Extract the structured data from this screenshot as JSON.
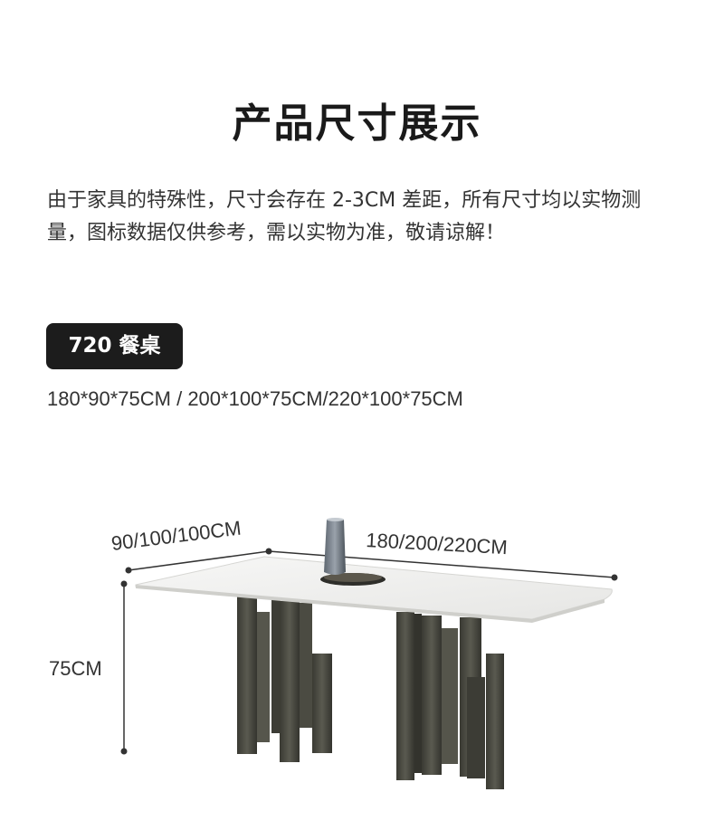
{
  "page_title": "产品尺寸展示",
  "notice_text": "由于家具的特殊性，尺寸会存在 2-3CM 差距，所有尺寸均以实物测量，图标数据仅供参考，需以实物为准，敬请谅解！",
  "product": {
    "badge_label": "720 餐桌",
    "sizes_line": "180*90*75CM / 200*100*75CM/220*100*75CM"
  },
  "dimensions": {
    "width_label": "90/100/100CM",
    "length_label": "180/200/220CM",
    "height_label": "75CM"
  },
  "colors": {
    "badge_bg": "#1c1c1c",
    "tabletop": "#f1f1f0",
    "legs": "#4a4a42",
    "dim_line": "#333333"
  }
}
